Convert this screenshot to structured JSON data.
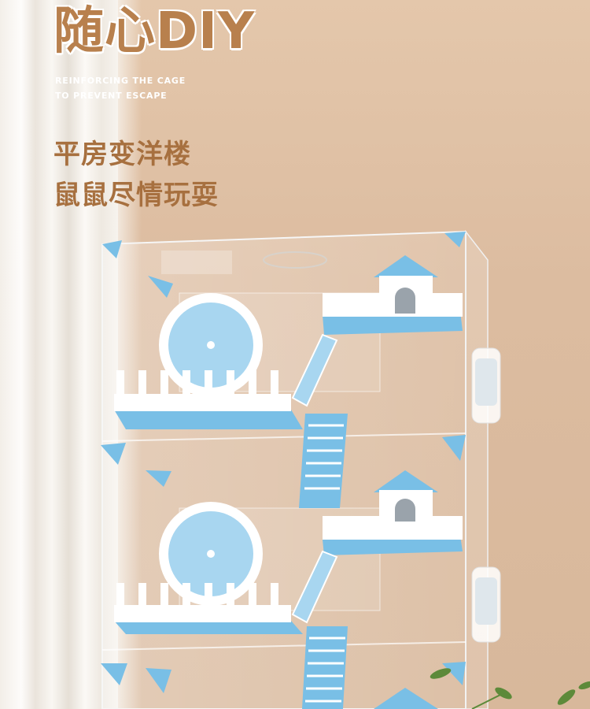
{
  "hero": {
    "title": "随心DIY",
    "subtitle_line1": "REINFORCING THE CAGE",
    "subtitle_line2": "TO PREVENT ESCAPE",
    "headline_line1": "平房变洋楼",
    "headline_line2": "鼠鼠尽情玩耍"
  },
  "colors": {
    "background": "#dcbca0",
    "title_brown": "#b8804d",
    "headline_brown": "#a7703f",
    "accent_blue": "#79bfe6"
  }
}
